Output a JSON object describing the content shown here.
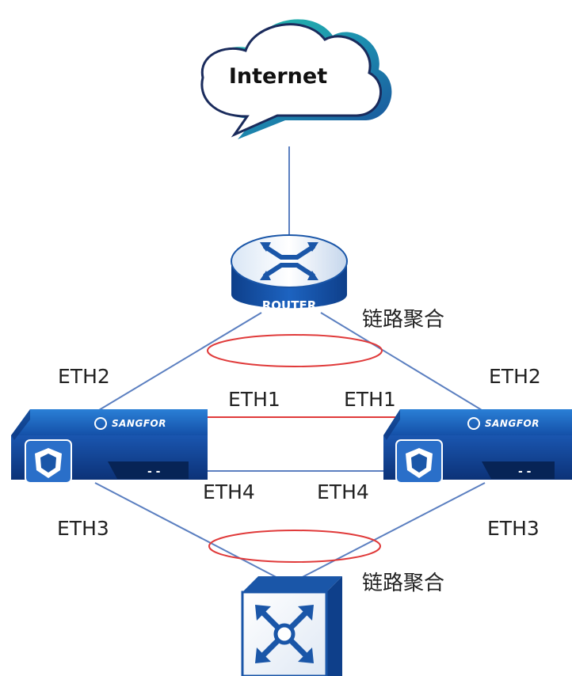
{
  "cloud": {
    "label": "Internet"
  },
  "router": {
    "label": "ROUTER"
  },
  "aggregation_labels": {
    "top": "链路聚合",
    "bottom": "链路聚合"
  },
  "left_firewall": {
    "brand": "SANGFOR",
    "panel": "- -",
    "ports": {
      "eth1": "ETH1",
      "eth2": "ETH2",
      "eth3": "ETH3",
      "eth4": "ETH4"
    }
  },
  "right_firewall": {
    "brand": "SANGFOR",
    "panel": "- -",
    "ports": {
      "eth1": "ETH1",
      "eth2": "ETH2",
      "eth3": "ETH3",
      "eth4": "ETH4"
    }
  },
  "colors": {
    "link_blue": "#5b7fc0",
    "ha_red": "#e03a3a",
    "aggregation_ring": "#e03a3a",
    "device_blue": "#1a56a8",
    "cloud_teal": "#1fa39a"
  },
  "icons": [
    "cloud-icon",
    "router-icon",
    "firewall-icon",
    "switch-icon",
    "shield-icon"
  ]
}
